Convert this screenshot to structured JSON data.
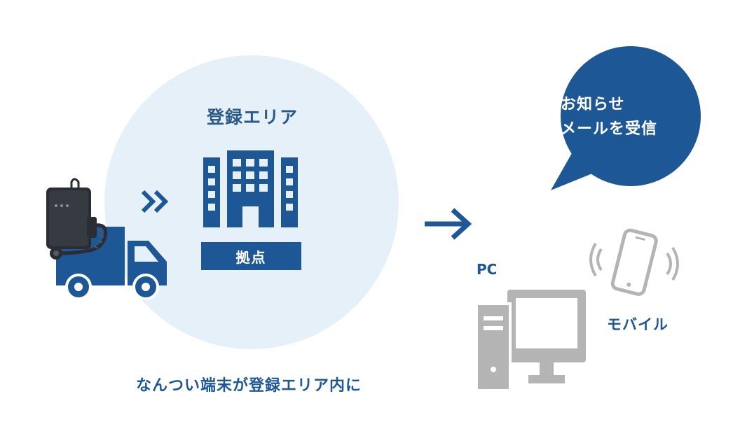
{
  "diagram": {
    "area_title": "登録エリア",
    "base_label": "拠点",
    "caption": "なんつい端末が登録エリア内に",
    "bubble_lines": [
      "お知らせ",
      "メールを受信"
    ],
    "pc_label": "PC",
    "mobile_label": "モバイル"
  },
  "colors": {
    "primary_blue": "#1d5796",
    "light_blue": "#e6f0f8",
    "gray": "#b4b4b4",
    "device_dark": "#2a2d33"
  },
  "icons": [
    "building-icon",
    "truck-icon",
    "tracker-device-icon",
    "double-chevron-icon",
    "arrow-right-icon",
    "speech-bubble-icon",
    "pc-icon",
    "smartphone-icon"
  ]
}
